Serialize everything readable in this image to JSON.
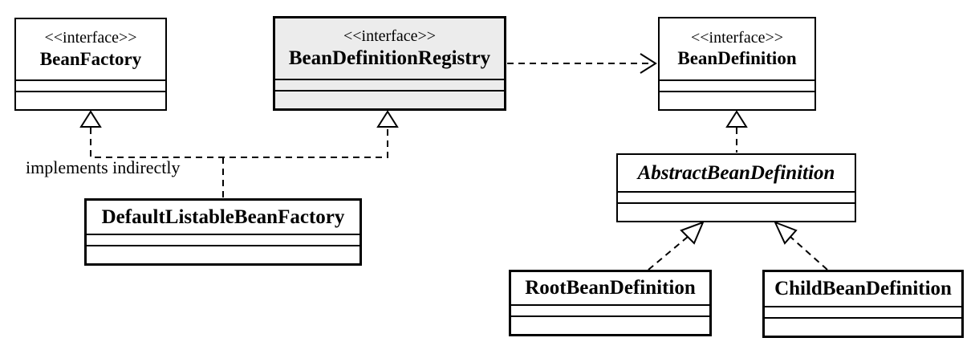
{
  "diagram": {
    "type": "uml-class-diagram",
    "subject": "Spring bean factory and bean definition classes",
    "stereotype_interface": "<<interface>>",
    "label_implements_indirectly": "implements indirectly",
    "nodes": {
      "bean_factory": {
        "stereotype": "<<interface>>",
        "name": "BeanFactory",
        "kind": "interface"
      },
      "bean_definition_registry": {
        "stereotype": "<<interface>>",
        "name": "BeanDefinitionRegistry",
        "kind": "interface",
        "fill": "#ececec"
      },
      "bean_definition": {
        "stereotype": "<<interface>>",
        "name": "BeanDefinition",
        "kind": "interface"
      },
      "abstract_bean_definition": {
        "name": "AbstractBeanDefinition",
        "kind": "abstract-class"
      },
      "default_listable_bean_factory": {
        "name": "DefaultListableBeanFactory",
        "kind": "class"
      },
      "root_bean_definition": {
        "name": "RootBeanDefinition",
        "kind": "class"
      },
      "child_bean_definition": {
        "name": "ChildBeanDefinition",
        "kind": "class"
      }
    },
    "edges": [
      {
        "from": "BeanDefinitionRegistry",
        "to": "BeanDefinition",
        "type": "dependency",
        "line": "dashed",
        "arrowhead": "open"
      },
      {
        "from": "DefaultListableBeanFactory",
        "to": "BeanFactory",
        "type": "realization",
        "line": "dashed",
        "arrowhead": "hollow-triangle",
        "label": "implements indirectly"
      },
      {
        "from": "DefaultListableBeanFactory",
        "to": "BeanDefinitionRegistry",
        "type": "realization",
        "line": "dashed",
        "arrowhead": "hollow-triangle",
        "label": "implements indirectly"
      },
      {
        "from": "AbstractBeanDefinition",
        "to": "BeanDefinition",
        "type": "realization",
        "line": "dashed",
        "arrowhead": "hollow-triangle"
      },
      {
        "from": "RootBeanDefinition",
        "to": "AbstractBeanDefinition",
        "type": "generalization",
        "line": "dashed",
        "arrowhead": "hollow-triangle"
      },
      {
        "from": "ChildBeanDefinition",
        "to": "AbstractBeanDefinition",
        "type": "generalization",
        "line": "dashed",
        "arrowhead": "hollow-triangle"
      }
    ],
    "colors": {
      "background": "#ffffff",
      "box_fill": "#ffffff",
      "highlight_fill": "#ececec",
      "line": "#000000",
      "text": "#000000"
    }
  }
}
